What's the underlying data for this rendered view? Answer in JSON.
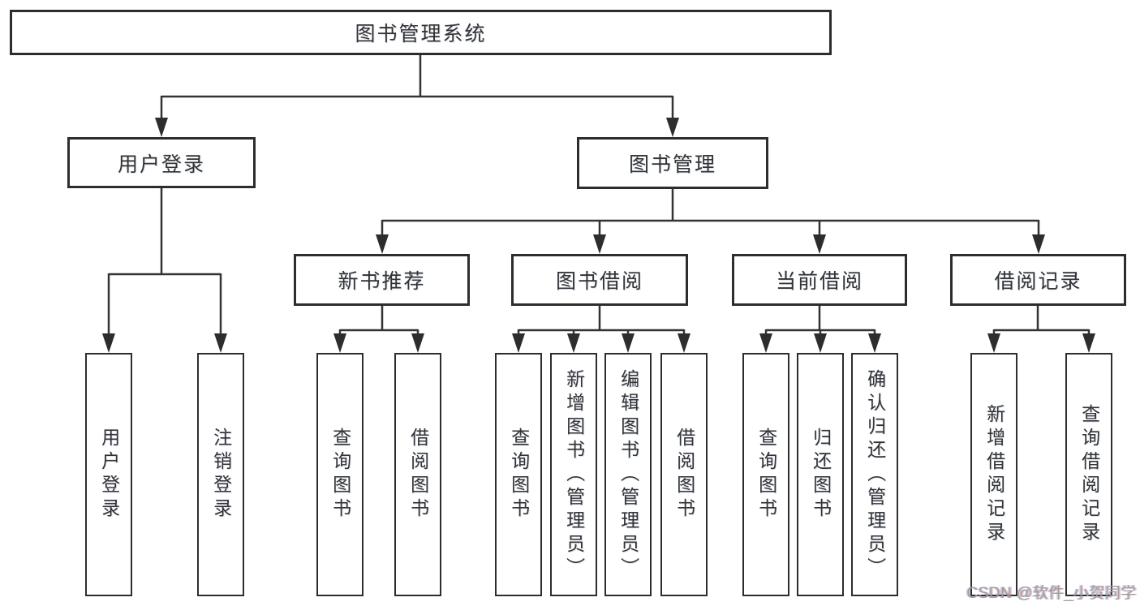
{
  "diagram": {
    "type": "hierarchy-chart",
    "tree": {
      "label": "图书管理系统",
      "children": [
        {
          "label": "用户登录",
          "children": [
            {
              "label": "用户登录"
            },
            {
              "label": "注销登录"
            }
          ]
        },
        {
          "label": "图书管理",
          "children": [
            {
              "label": "新书推荐",
              "children": [
                {
                  "label": "查询图书"
                },
                {
                  "label": "借阅图书"
                }
              ]
            },
            {
              "label": "图书借阅",
              "children": [
                {
                  "label": "查询图书"
                },
                {
                  "label": "新增图书（管理员）"
                },
                {
                  "label": "编辑图书（管理员）"
                },
                {
                  "label": "借阅图书"
                }
              ]
            },
            {
              "label": "当前借阅",
              "children": [
                {
                  "label": "查询图书"
                },
                {
                  "label": "归还图书"
                },
                {
                  "label": "确认归还（管理员）"
                }
              ]
            },
            {
              "label": "借阅记录",
              "children": [
                {
                  "label": "新增借阅记录"
                },
                {
                  "label": "查询借阅记录"
                }
              ]
            }
          ]
        }
      ]
    },
    "colors": {
      "background": "#ffffff",
      "box_border": "#2d2d2d",
      "connector_line": "#333333",
      "text": "#333333",
      "watermark_text": "#9f9f9f"
    }
  },
  "watermark": {
    "text": "CSDN @软件_小贺同学"
  }
}
